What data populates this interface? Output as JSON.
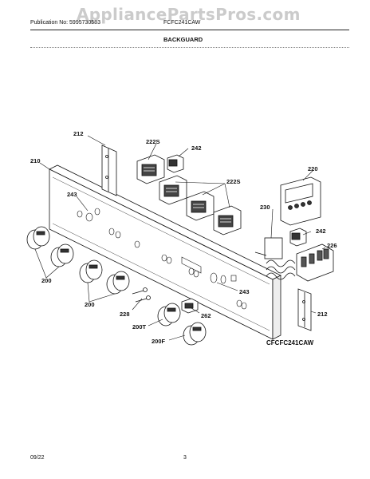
{
  "header": {
    "watermark": "AppliancePartsPros.com",
    "publication": "Publication No: 5995730583",
    "model": "FCFC241CAW",
    "section_title": "BACKGUARD"
  },
  "diagram": {
    "model_code": "CFCFC241CAW",
    "callouts": {
      "c212a": "212",
      "c222s_top": "222S",
      "c242_top": "242",
      "c210": "210",
      "c222s_right": "222S",
      "c220": "220",
      "c243_left": "243",
      "c230": "230",
      "c242_right": "242",
      "c226": "226",
      "c200_a": "200",
      "c200_b": "200",
      "c243_right": "243",
      "c228": "228",
      "c262": "262",
      "c212b": "212",
      "c200t": "200T",
      "c200f": "200F"
    }
  },
  "footer": {
    "date": "09/22",
    "page": "3"
  }
}
